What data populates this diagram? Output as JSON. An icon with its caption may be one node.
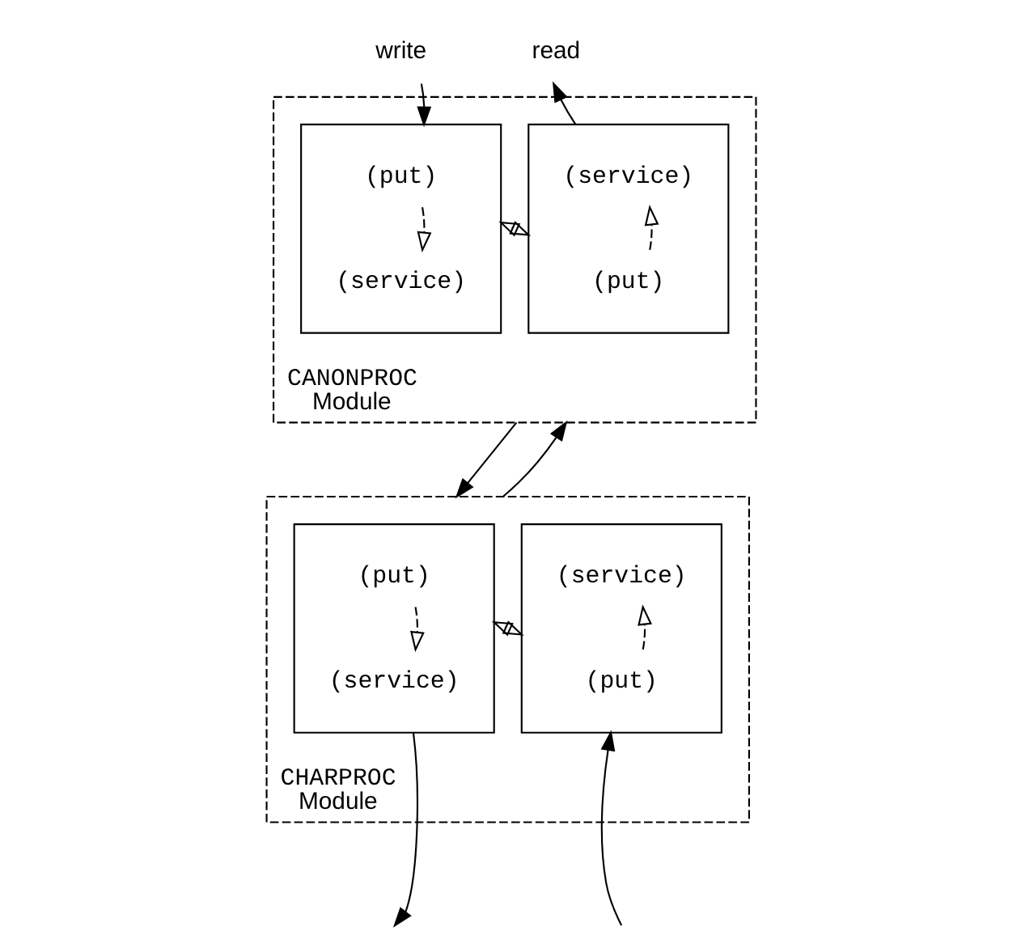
{
  "diagram": {
    "nodes": [
      {
        "text": [
          "write"
        ]
      },
      {
        "text": [
          "read"
        ]
      },
      {
        "text": [
          "CANONPROC",
          "Module"
        ]
      },
      {
        "text": [],
        "shape": "box",
        "in": 2
      },
      {
        "text": [
          "(put)"
        ],
        "in": 3
      },
      {
        "text": [
          "(service)"
        ],
        "in": 3
      },
      {
        "text": [],
        "shape": "box",
        "in": 2
      },
      {
        "text": [
          "(service)"
        ],
        "in": 6
      },
      {
        "text": [
          "(put)"
        ],
        "in": 6
      },
      {
        "text": [
          "CHARPROC",
          "Module"
        ]
      },
      {
        "text": [],
        "shape": "box",
        "in": 9
      },
      {
        "text": [
          "(put)"
        ],
        "in": 10
      },
      {
        "text": [
          "(service)"
        ],
        "in": 10
      },
      {
        "text": [],
        "shape": "box",
        "in": 9
      },
      {
        "text": [
          "(service)"
        ],
        "in": 13
      },
      {
        "text": [
          "(put)"
        ],
        "in": 13
      }
    ],
    "edges": [
      {
        "from": 0,
        "to": 3,
        "arrow": "to"
      },
      {
        "from": 6,
        "to": 1,
        "arrow": "to"
      },
      {
        "from": 4,
        "to": 5,
        "arrow": "to",
        "style": "dashed"
      },
      {
        "from": 3,
        "to": 6,
        "arrow": "both",
        "style": "dashed"
      },
      {
        "from": 8,
        "to": 7,
        "arrow": "to",
        "style": "dashed"
      },
      {
        "from": 2,
        "to": 9,
        "arrow": "to"
      },
      {
        "from": 9,
        "to": 2,
        "arrow": "to"
      },
      {
        "from": 11,
        "to": 12,
        "arrow": "to",
        "style": "dashed"
      },
      {
        "from": 10,
        "to": 13,
        "arrow": "both",
        "style": "dashed"
      },
      {
        "from": 15,
        "to": 14,
        "arrow": "to",
        "style": "dashed"
      },
      {
        "from": 10,
        "to": null,
        "arrow": "to"
      },
      {
        "from": null,
        "to": 13,
        "arrow": "to"
      }
    ]
  }
}
